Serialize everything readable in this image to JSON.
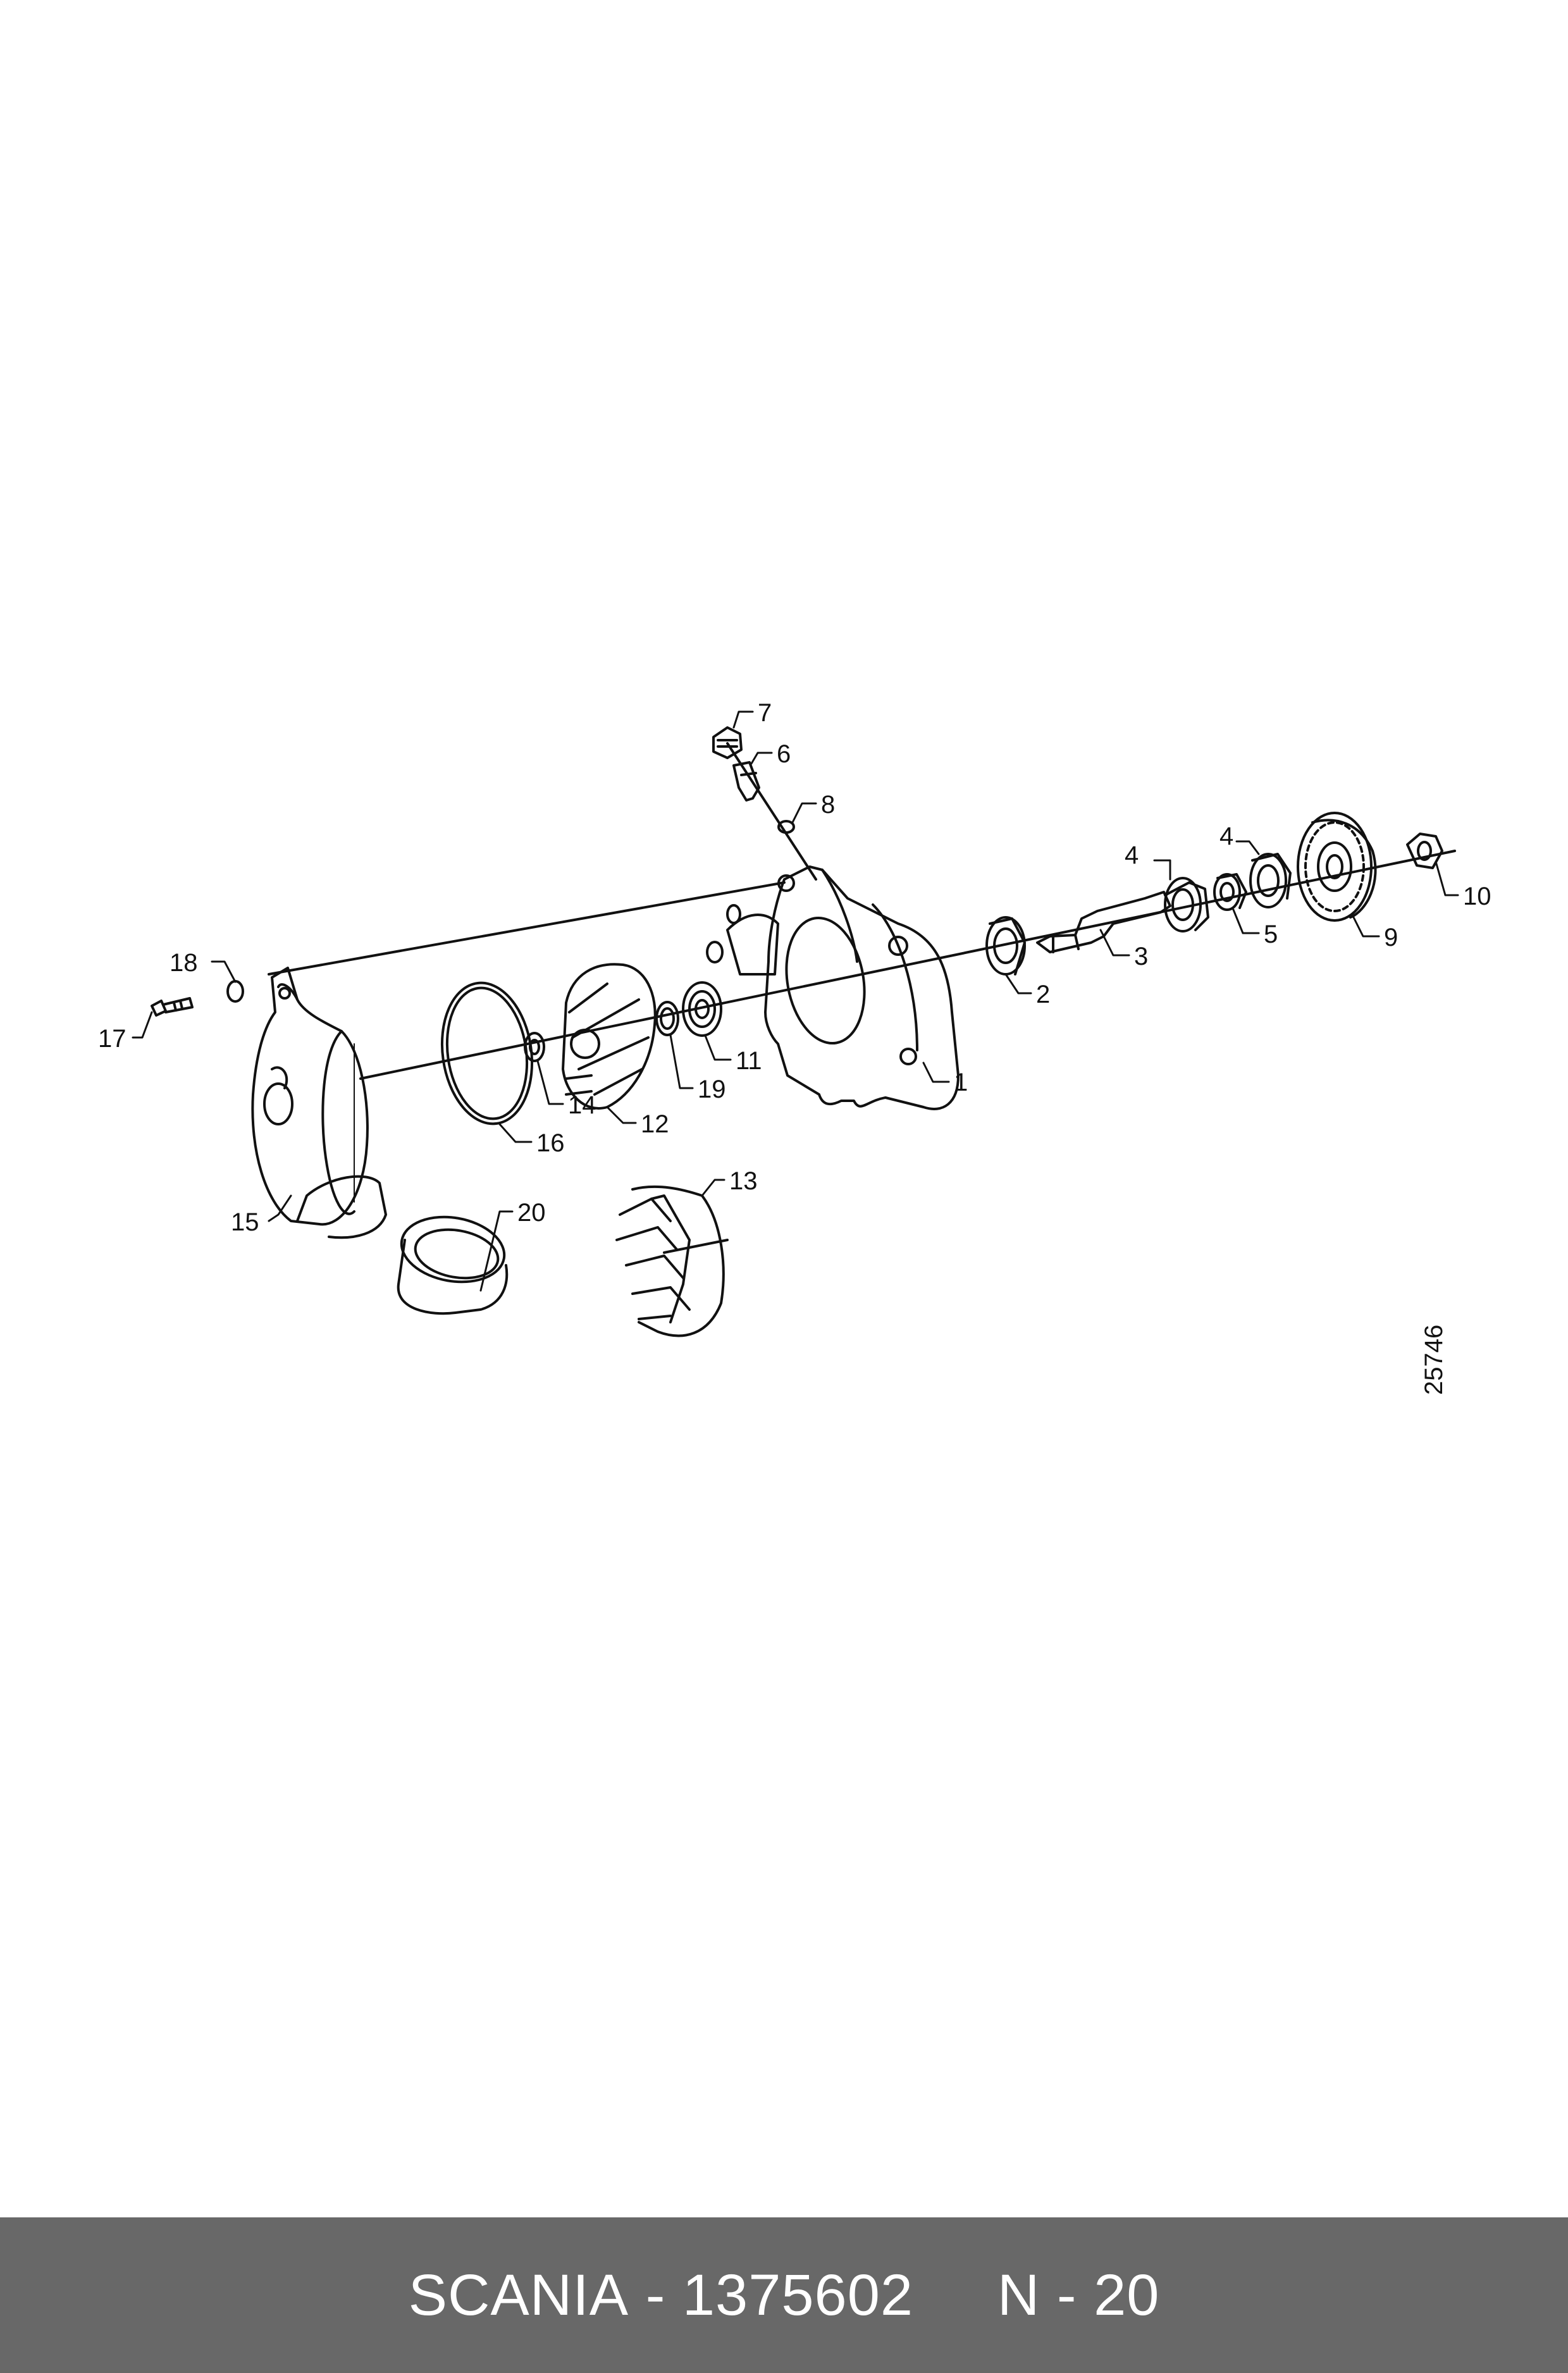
{
  "diagram": {
    "drawing_number": "25746",
    "callouts": [
      {
        "id": "1",
        "label": "1"
      },
      {
        "id": "2",
        "label": "2"
      },
      {
        "id": "3",
        "label": "3"
      },
      {
        "id": "4a",
        "label": "4"
      },
      {
        "id": "4b",
        "label": "4"
      },
      {
        "id": "5",
        "label": "5"
      },
      {
        "id": "6",
        "label": "6"
      },
      {
        "id": "7",
        "label": "7"
      },
      {
        "id": "8",
        "label": "8"
      },
      {
        "id": "9",
        "label": "9"
      },
      {
        "id": "10",
        "label": "10"
      },
      {
        "id": "11",
        "label": "11"
      },
      {
        "id": "12",
        "label": "12"
      },
      {
        "id": "13",
        "label": "13"
      },
      {
        "id": "14",
        "label": "14"
      },
      {
        "id": "15",
        "label": "15"
      },
      {
        "id": "16",
        "label": "16"
      },
      {
        "id": "17",
        "label": "17"
      },
      {
        "id": "18",
        "label": "18"
      },
      {
        "id": "19",
        "label": "19"
      },
      {
        "id": "20",
        "label": "20"
      }
    ]
  },
  "footer": {
    "brand": "SCANIA",
    "separator": "-",
    "part_number": "1375602",
    "ref_code": "N - 20",
    "background": "#686868",
    "text_color": "#ffffff"
  }
}
